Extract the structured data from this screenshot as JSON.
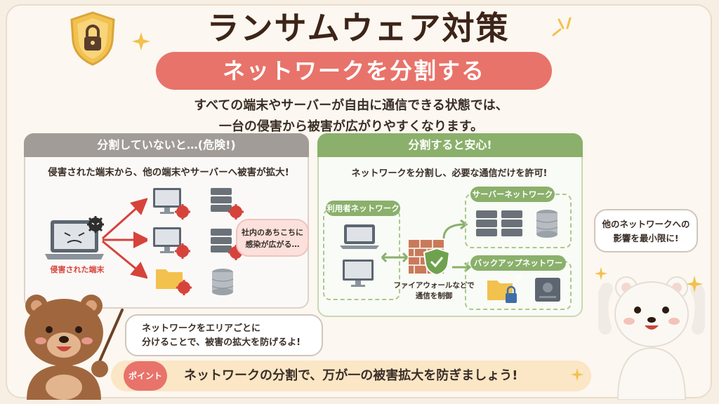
{
  "title": "ランサムウェア対策",
  "subtitle": "ネットワークを分割する",
  "intro": {
    "line1": "すべての端末やサーバーが自由に通信できる状態では、",
    "line2": "一台の侵害から被害が広がりやすくなります。"
  },
  "left_panel": {
    "header": "分割していないと…(危険!)",
    "desc": "侵害された端末から、他の端末やサーバーへ被害が拡大!",
    "compromised_label": "侵害された端末",
    "bubble": {
      "line1": "社内のあちこちに",
      "line2": "感染が広がる…"
    }
  },
  "right_panel": {
    "header": "分割すると安心!",
    "desc": "ネットワークを分割し、必要な通信だけを許可!",
    "user_network": "利用者ネットワーク",
    "server_network": "サーバーネットワーク",
    "backup_network": "バックアップネットワーク",
    "firewall_label": {
      "line1": "ファイアウォールなどで",
      "line2": "通信を制御"
    }
  },
  "bear_left_bubble": {
    "line1": "ネットワークをエリアごとに",
    "line2": "分けることで、被害の拡大を防げるよ!"
  },
  "bear_right_bubble": {
    "line1": "他のネットワークへの",
    "line2": "影響を最小限に!"
  },
  "point": {
    "badge": "ポイント",
    "text": "ネットワークの分割で、万が一の被害拡大を防ぎましょう!"
  },
  "colors": {
    "accent_red": "#e8736a",
    "safe_green": "#8ab06b",
    "danger_gray": "#a19c97",
    "point_bg": "#fbe6c5",
    "shield_gold": "#f2c14e"
  },
  "icons": {
    "top_left": "padlock-shield-icon",
    "compromised": "laptop-angry-virus-icon",
    "firewall": "brick-wall-shield-icon"
  }
}
